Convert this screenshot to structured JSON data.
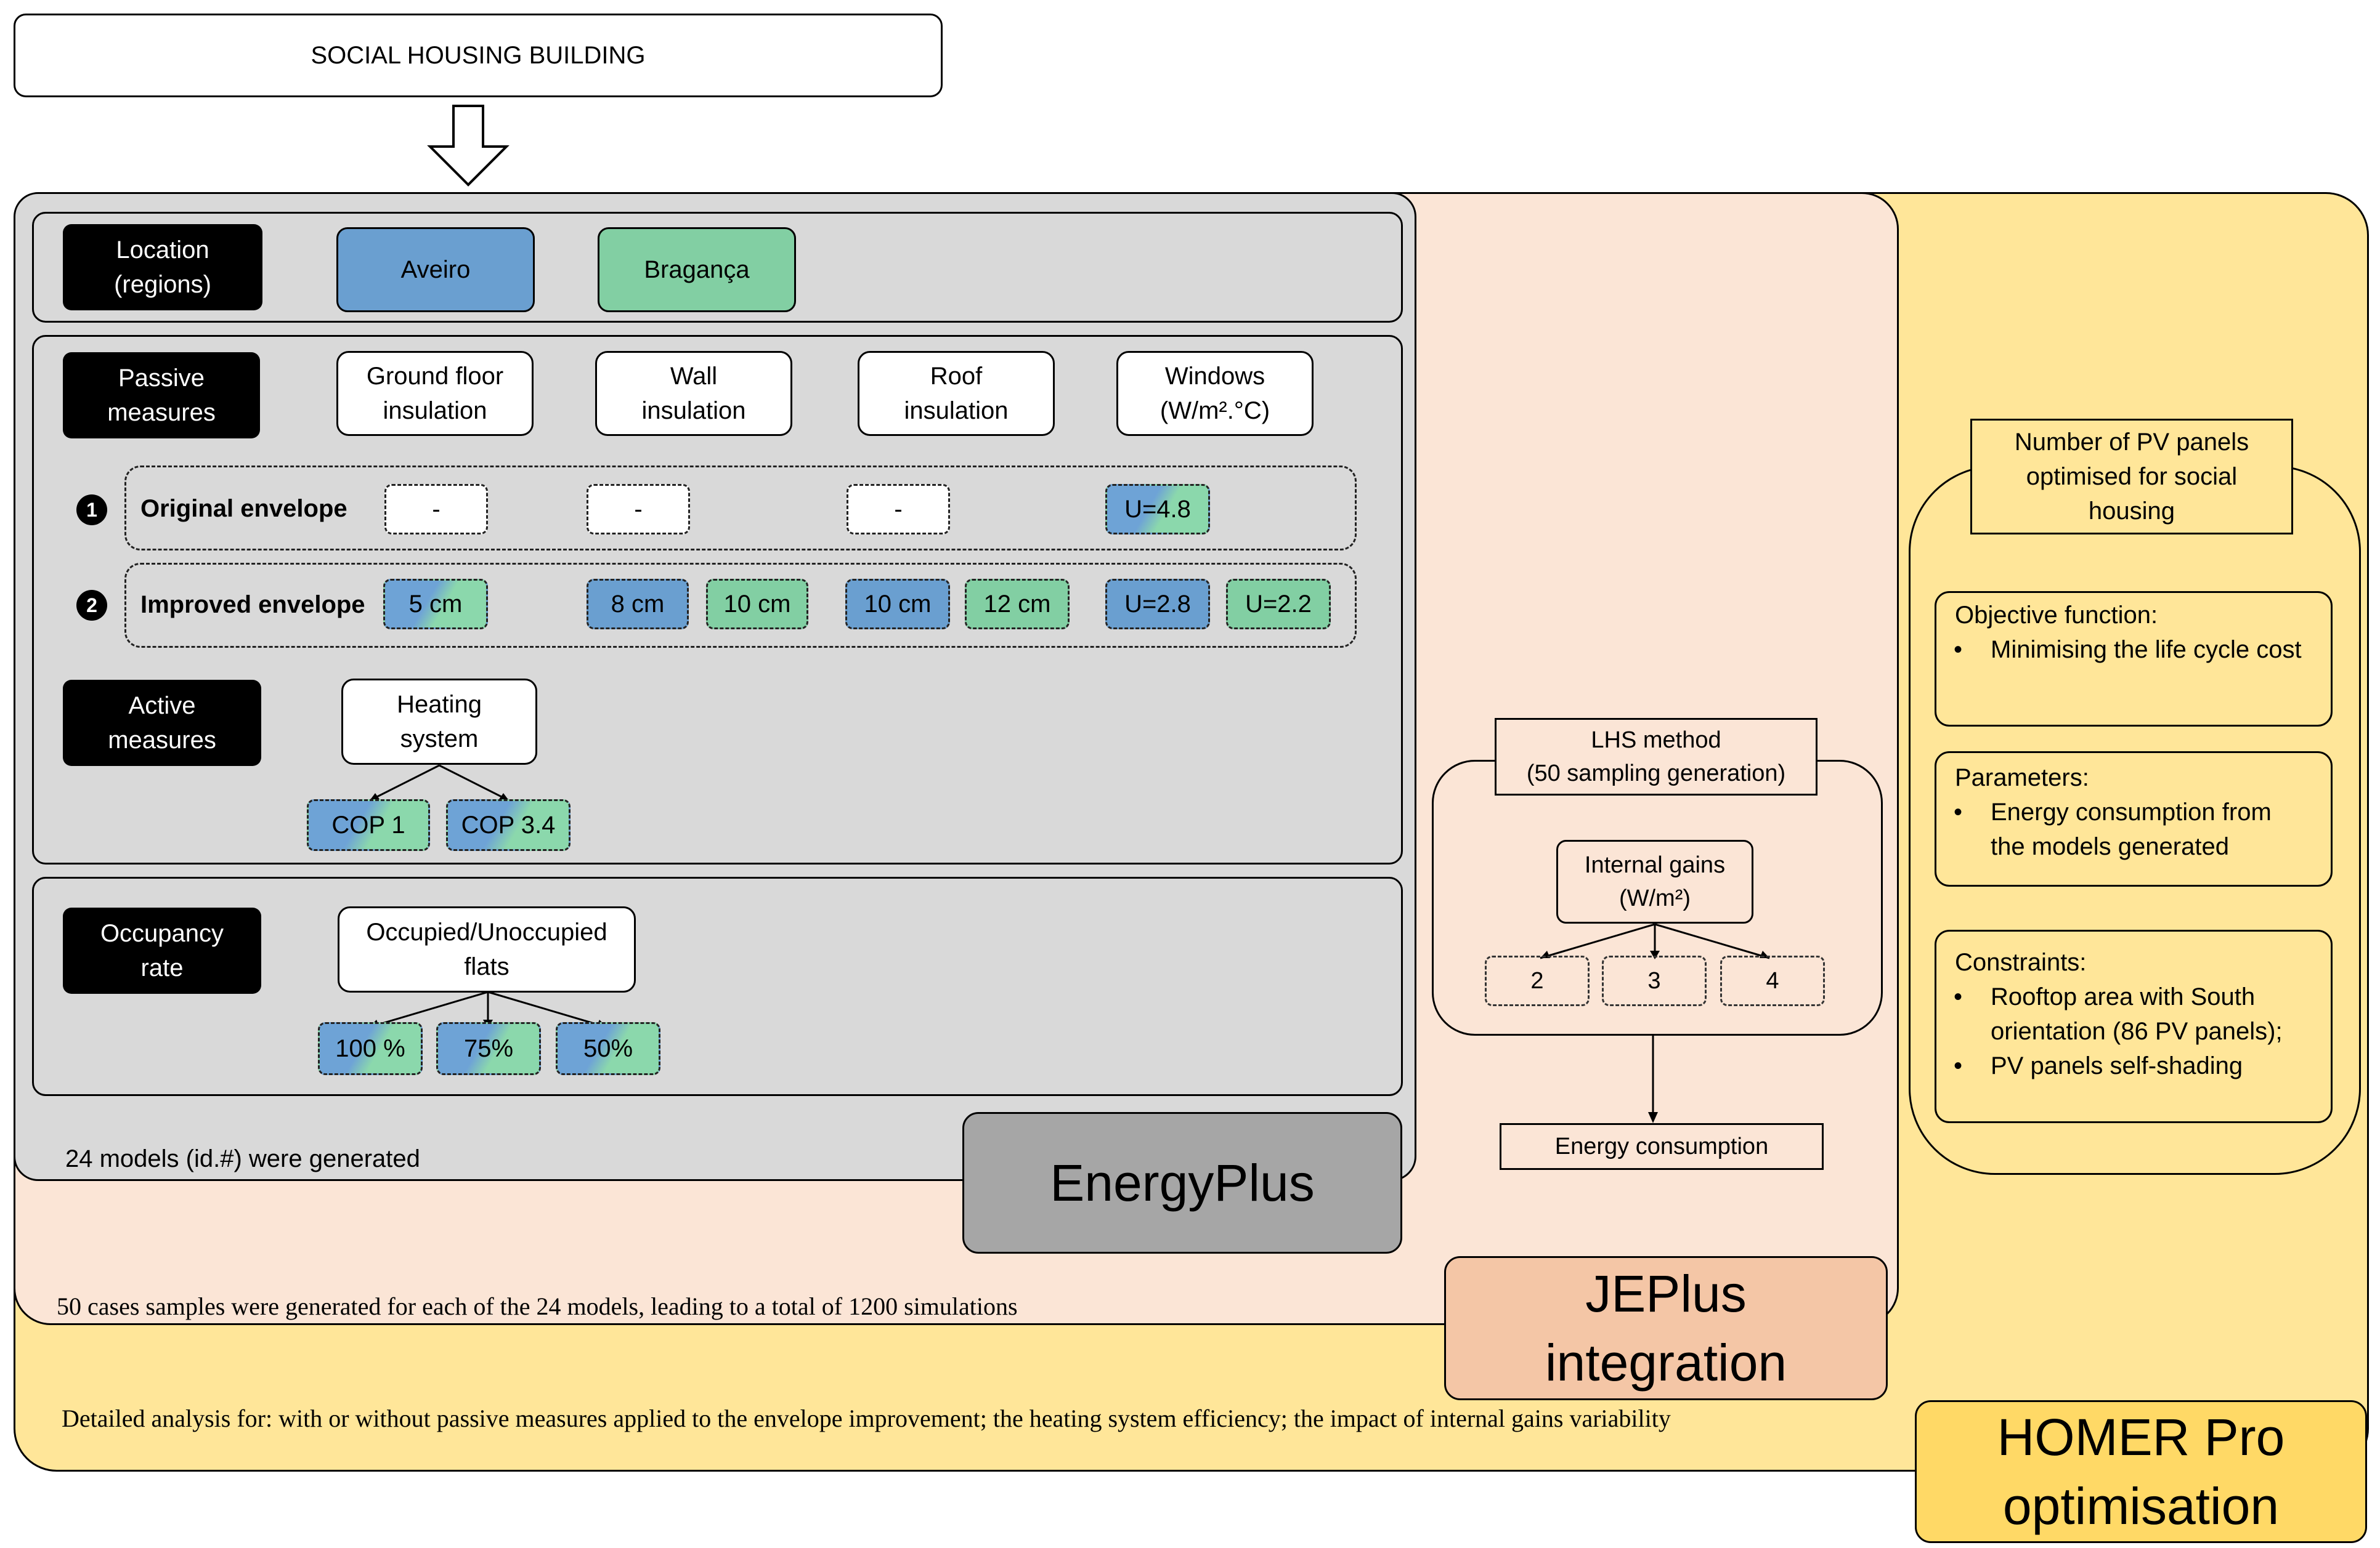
{
  "header": {
    "title": "SOCIAL HOUSING BUILDING"
  },
  "energyplus": {
    "label": "EnergyPlus",
    "footer_note": "24 models (id.#) were generated",
    "location": {
      "category": "Location\n(regions)",
      "regions": [
        "Aveiro",
        "Bragança"
      ]
    },
    "passive": {
      "category": "Passive\nmeasures",
      "columns": [
        "Ground floor\ninsulation",
        "Wall\ninsulation",
        "Roof\ninsulation",
        "Windows\n(W/m².°C)"
      ],
      "original": {
        "marker": "1",
        "label": "Original envelope",
        "values": [
          "-",
          "-",
          "-",
          "U=4.8"
        ]
      },
      "improved": {
        "marker": "2",
        "label": "Improved envelope",
        "values": [
          "5 cm",
          "8 cm",
          "10 cm",
          "10 cm",
          "12 cm",
          "U=2.8",
          "U=2.2"
        ]
      }
    },
    "active": {
      "category": "Active\nmeasures",
      "parent": "Heating\nsystem",
      "options": [
        "COP 1",
        "COP 3.4"
      ]
    },
    "occupancy": {
      "category": "Occupancy\nrate",
      "parent": "Occupied/Unoccupied\nflats",
      "options": [
        "100 %",
        "75%",
        "50%"
      ]
    }
  },
  "jeplus": {
    "label": "JEPlus\nintegration",
    "footer_note": "50 cases samples were generated for each of the 24 models, leading to a total of 1200 simulations",
    "method": "LHS method\n(50 sampling generation)",
    "parameter": "Internal gains\n(W/m²)",
    "values": [
      "2",
      "3",
      "4"
    ],
    "output": "Energy consumption"
  },
  "homer": {
    "label": "HOMER Pro\noptimisation",
    "footer_note": "Detailed analysis for: with or without passive measures applied to the envelope improvement; the heating system efficiency; the impact of internal gains variability",
    "title": "Number of PV panels\noptimised for social\nhousing",
    "objective": {
      "heading": "Objective function:",
      "items": [
        "Minimising the life cycle cost"
      ]
    },
    "parameters": {
      "heading": "Parameters:",
      "items": [
        "Energy consumption from the models generated"
      ]
    },
    "constraints": {
      "heading": "Constraints:",
      "items": [
        "Rooftop area with South orientation (86 PV panels);",
        "PV panels self-shading"
      ]
    }
  },
  "colors": {
    "energyplus_bg": "#d9d9d9",
    "energyplus_label": "#a6a6a6",
    "jeplus_bg": "#fbe5d6",
    "jeplus_label": "#f4c6a6",
    "homer_bg": "#ffe699",
    "homer_label": "#ffd966",
    "aveiro": "#6a9fd0",
    "braganca": "#82cfa3"
  }
}
